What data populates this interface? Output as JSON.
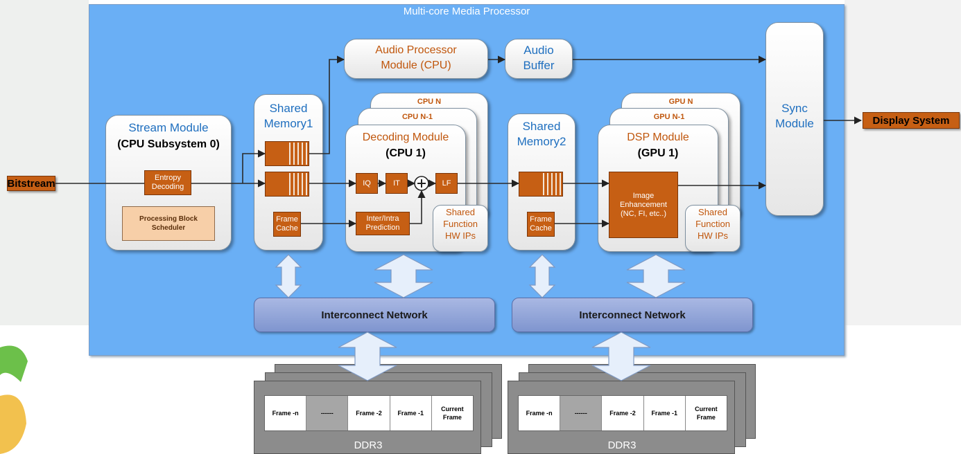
{
  "title": "Multi-core Media Processor",
  "inputs": {
    "bitstream": "Bitstream"
  },
  "outputs": {
    "display": "Display System"
  },
  "stream_module": {
    "title": "Stream Module",
    "subtitle": "(CPU Subsystem 0)",
    "entropy": "Entropy Decoding",
    "scheduler": "Processing Block Scheduler"
  },
  "shared_memory1": {
    "title": "Shared Memory1",
    "frame_cache": "Frame Cache"
  },
  "shared_memory2": {
    "title": "Shared Memory2",
    "frame_cache": "Frame Cache"
  },
  "audio": {
    "processor": "Audio Processor Module (CPU)",
    "buffer": "Audio Buffer"
  },
  "decoding": {
    "stack_n": "CPU N",
    "stack_n1": "CPU N-1",
    "title": "Decoding Module",
    "subtitle": "(CPU 1)",
    "iq": "IQ",
    "it": "IT",
    "plus": "+",
    "lf": "LF",
    "prediction": "Inter/Intra Prediction",
    "shared_fn": "Shared Function HW IPs"
  },
  "dsp": {
    "stack_n": "GPU N",
    "stack_n1": "GPU N-1",
    "title": "DSP Module",
    "subtitle": "(GPU 1)",
    "enhancement": "Image Enhancement (NC, FI, etc..)",
    "shared_fn": "Shared Function HW IPs"
  },
  "sync": "Sync Module",
  "interconnect": [
    "Interconnect Network",
    "Interconnect Network"
  ],
  "ddr": [
    {
      "label": "DDR3",
      "cells": [
        "Frame -n",
        "------",
        "Frame -2",
        "Frame -1",
        "Current Frame"
      ]
    },
    {
      "label": "DDR3",
      "cells": [
        "Frame -n",
        "------",
        "Frame -2",
        "Frame -1",
        "Current Frame"
      ]
    }
  ],
  "colors": {
    "background": "#6aaff5",
    "block": "#c65f14",
    "interconnect": "#8fa2d9",
    "title_blue": "#1f6fbf",
    "title_brown": "#c0560c"
  }
}
